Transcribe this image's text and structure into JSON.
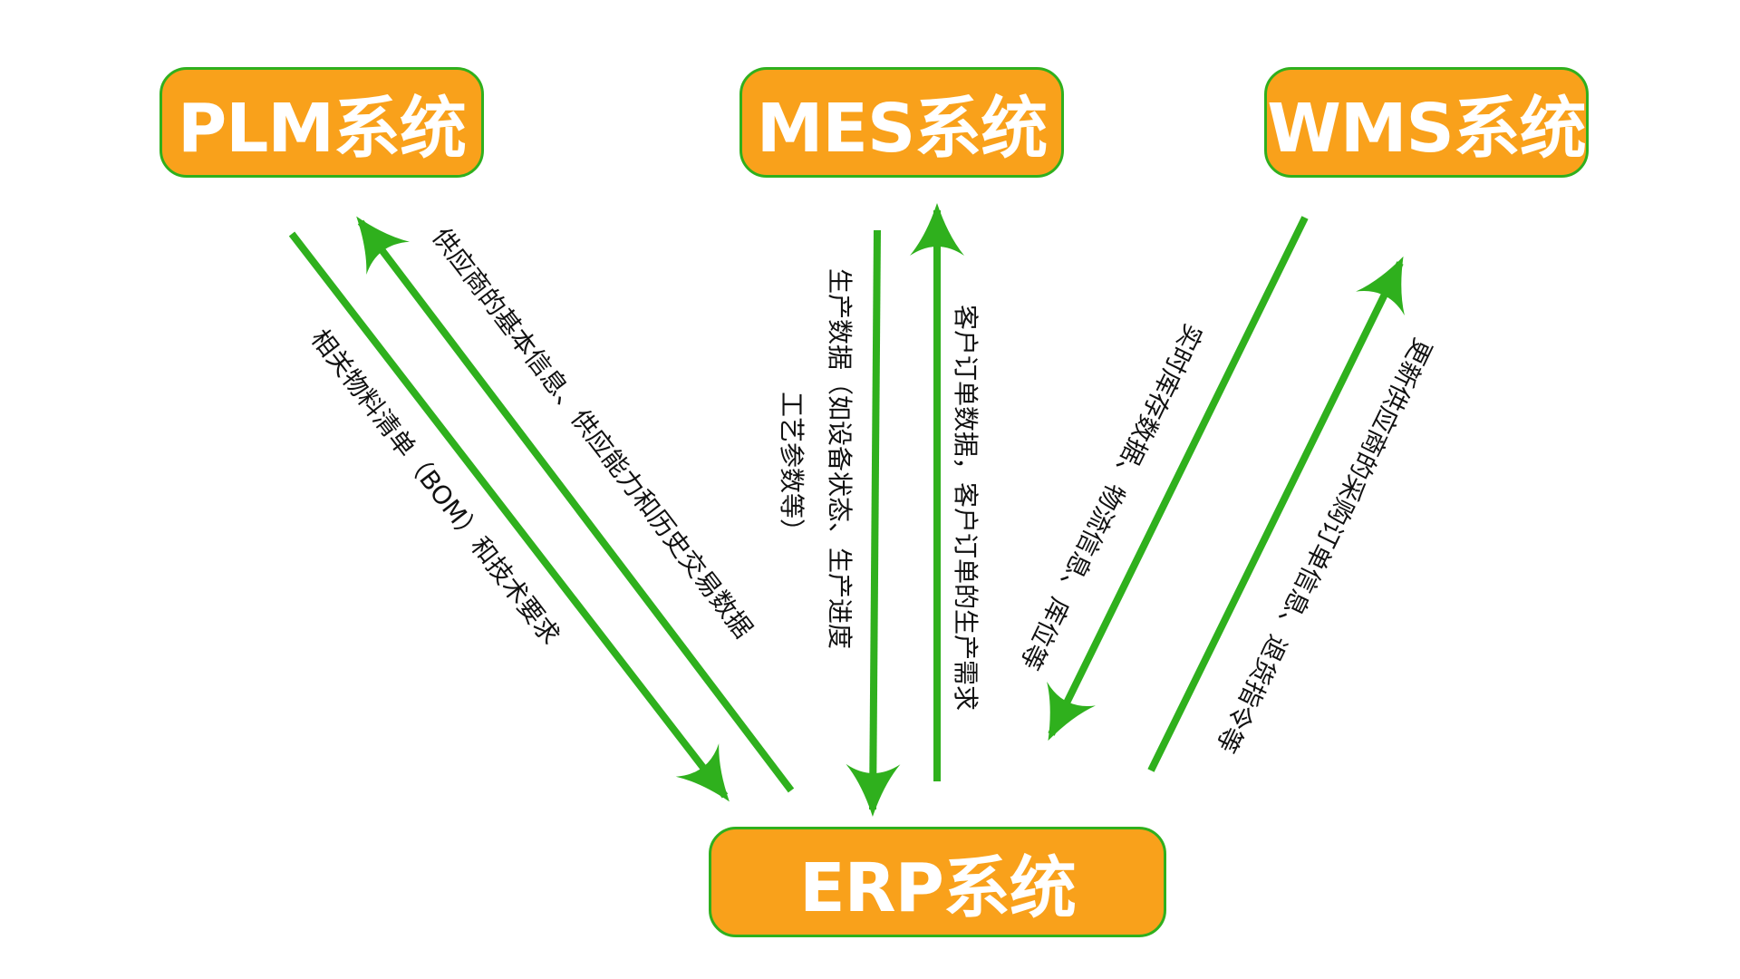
{
  "nodes": {
    "plm": "PLM系统",
    "mes": "MES系统",
    "wms": "WMS系统",
    "erp": "ERP系统"
  },
  "edges": {
    "plm_to_erp": "相关物料清单（BOM）和技术要求",
    "erp_to_plm": "供应商的基本信息、供应能力和历史交易数据",
    "mes_to_erp_line1": "生产数据（如设备状态、生产进度",
    "mes_to_erp_line2": "工艺参数等）",
    "erp_to_mes": "客户订单数据，客户订单的生产需求",
    "wms_to_erp_line1": "实时库存数据、物流信息、库位等",
    "erp_to_wms": "更新供应商的采购订单信息、退货指令等"
  },
  "colors": {
    "node_fill": "#f9a11b",
    "node_border": "#2fb01d",
    "node_text": "#ffffff",
    "arrow": "#2fb01d",
    "label_text": "#111111"
  }
}
